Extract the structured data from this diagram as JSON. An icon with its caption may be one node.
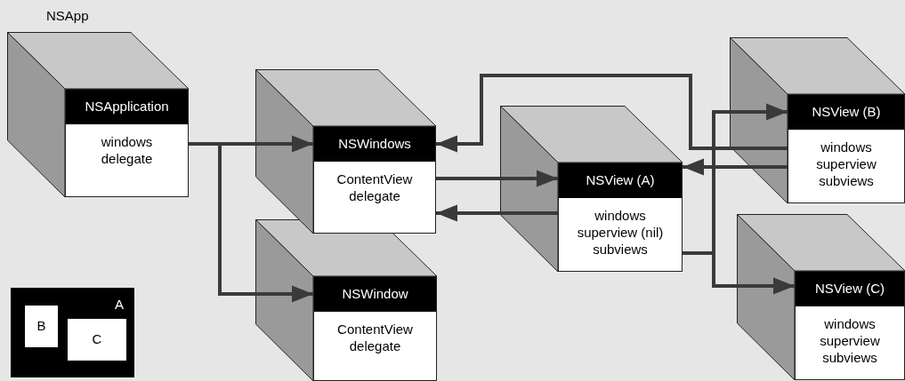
{
  "diagram": {
    "nodes": [
      {
        "text": [
          "NSApplication",
          "windows delegate"
        ]
      },
      {
        "text": [
          "NSWindows",
          "ContentView delegate"
        ]
      },
      {
        "text": [
          "NSWindow",
          "ContentView delegate"
        ]
      },
      {
        "text": [
          "NSView (A)",
          "windows superview (nil) subviews"
        ]
      },
      {
        "text": [
          "NSView (B)",
          "windows superview subviews"
        ]
      },
      {
        "text": [
          "NSView (C)",
          "windows superview subviews"
        ]
      },
      {
        "text": [
          "A"
        ]
      },
      {
        "text": [
          "B"
        ],
        "in": 6
      },
      {
        "text": [
          "C"
        ],
        "in": 6
      }
    ],
    "edges": [
      {
        "from": 0,
        "to": 1,
        "arrow": "to"
      },
      {
        "from": 0,
        "to": 2,
        "arrow": "to"
      },
      {
        "from": 1,
        "to": 3,
        "arrow": "to"
      },
      {
        "from": 3,
        "to": 1,
        "arrow": "to"
      },
      {
        "from": 4,
        "to": 1,
        "arrow": "to"
      },
      {
        "from": 4,
        "to": 3,
        "arrow": "to"
      },
      {
        "from": 3,
        "to": 4,
        "arrow": "to"
      },
      {
        "from": 3,
        "to": 5,
        "arrow": "to"
      }
    ],
    "labels": [
      "NSApp"
    ]
  }
}
